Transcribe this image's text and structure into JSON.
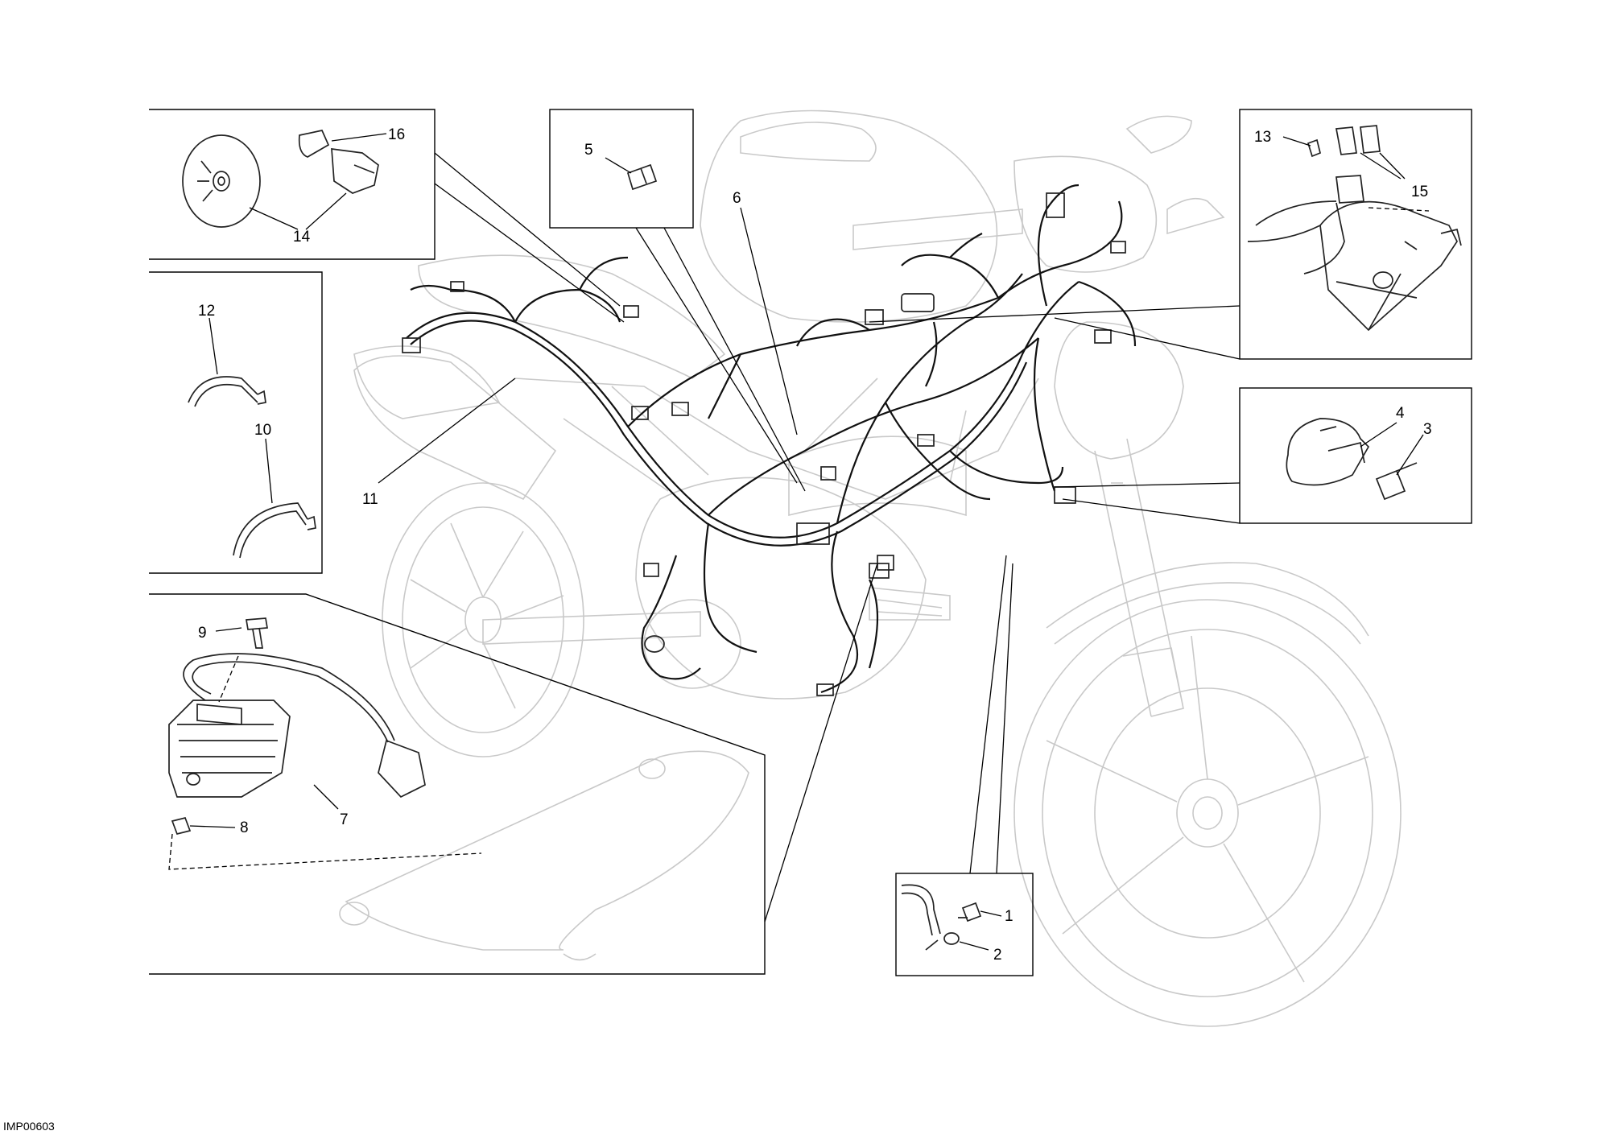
{
  "figure": {
    "title": "",
    "reference_code": "IMP00603"
  },
  "callouts": [
    {
      "id": "1",
      "label": "1"
    },
    {
      "id": "2",
      "label": "2"
    },
    {
      "id": "3",
      "label": "3"
    },
    {
      "id": "4",
      "label": "4"
    },
    {
      "id": "5",
      "label": "5"
    },
    {
      "id": "6",
      "label": "6"
    },
    {
      "id": "7",
      "label": "7"
    },
    {
      "id": "8",
      "label": "8"
    },
    {
      "id": "9",
      "label": "9"
    },
    {
      "id": "10",
      "label": "10"
    },
    {
      "id": "11",
      "label": "11"
    },
    {
      "id": "12",
      "label": "12"
    },
    {
      "id": "13",
      "label": "13"
    },
    {
      "id": "14",
      "label": "14"
    },
    {
      "id": "15",
      "label": "15"
    },
    {
      "id": "16",
      "label": "16"
    }
  ],
  "colors": {
    "line": "#000000",
    "ghost_outline": "#c9c9c9",
    "background": "#ffffff"
  }
}
